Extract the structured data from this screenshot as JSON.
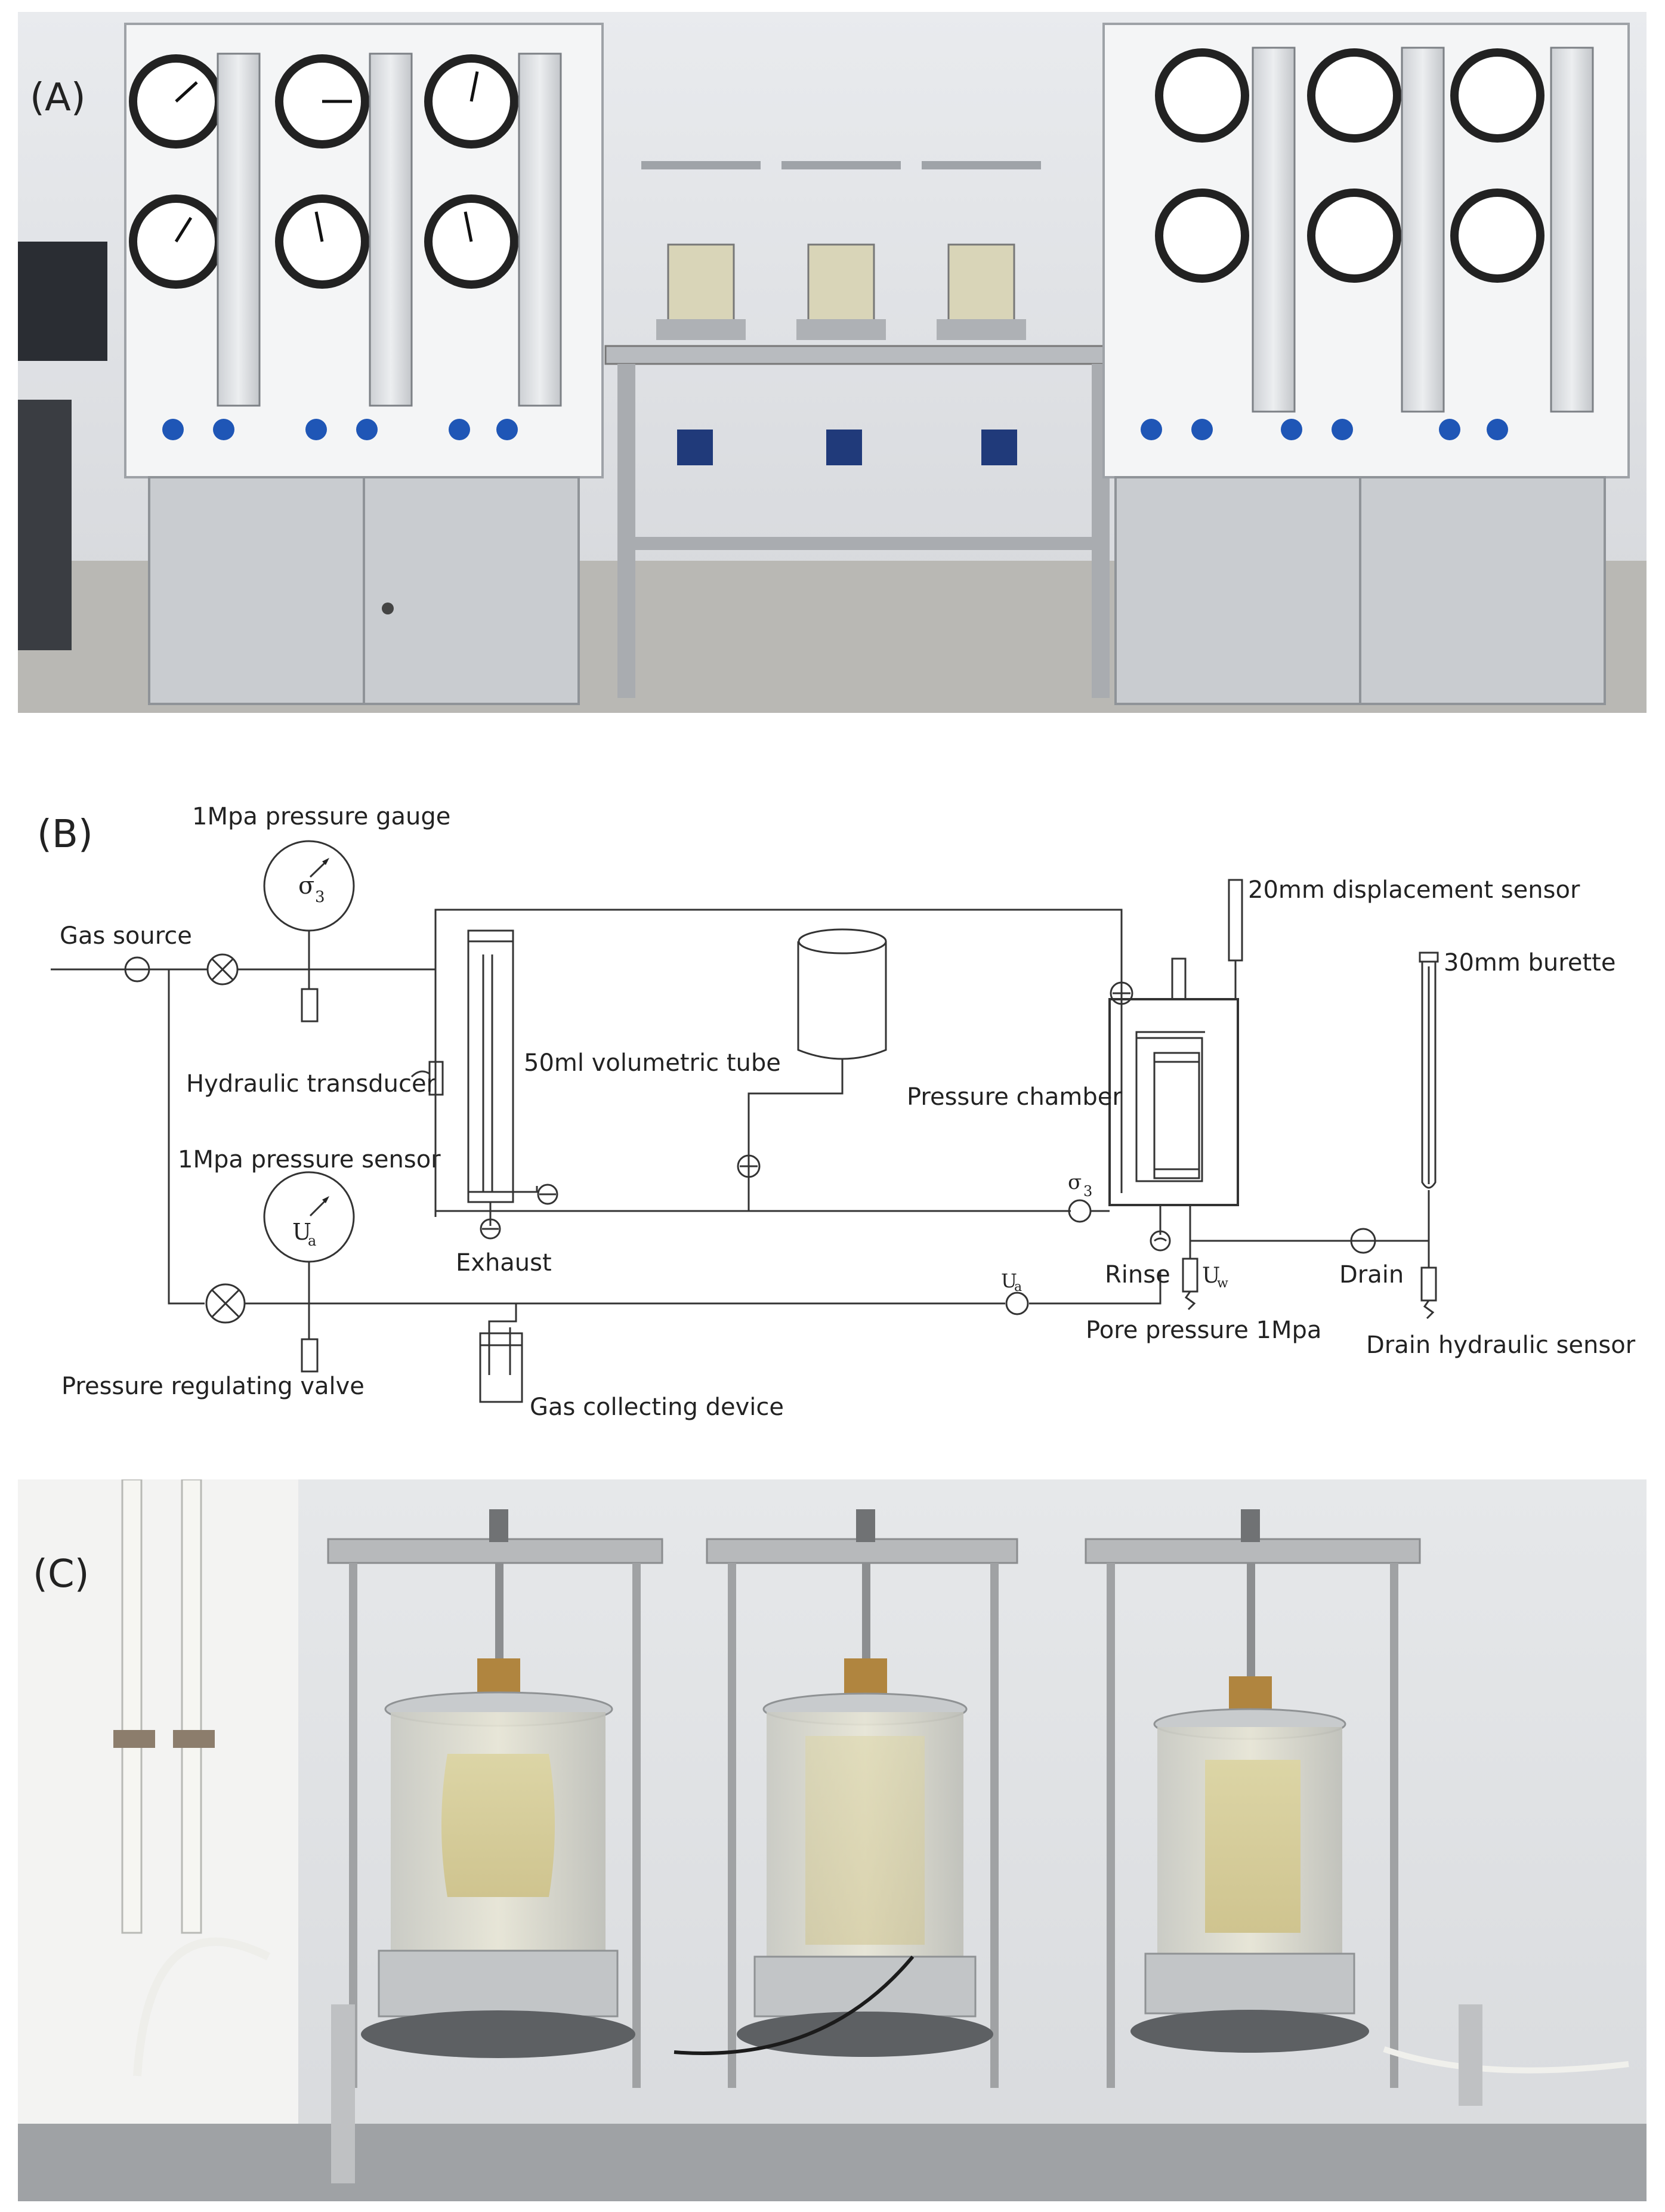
{
  "panels": {
    "a": {
      "label": "(A)"
    },
    "b": {
      "label": "(B)"
    },
    "c": {
      "label": "(C)"
    }
  },
  "diagram": {
    "labels": {
      "gauge": "1Mpa pressure gauge",
      "gas_source": "Gas source",
      "hydraulic_transducer": "Hydraulic transducer",
      "volumetric_tube": "50ml volumetric tube",
      "pressure_sensor": "1Mpa pressure sensor",
      "exhaust": "Exhaust",
      "regulating_valve": "Pressure regulating valve",
      "gas_collecting": "Gas collecting device",
      "displacement_sensor": "20mm displacement sensor",
      "burette": "30mm burette",
      "pressure_chamber": "Pressure chamber",
      "rinse": "Rinse",
      "drain": "Drain",
      "pore_pressure": "Pore pressure 1Mpa",
      "drain_sensor": "Drain hydraulic sensor"
    },
    "symbols": {
      "sigma3": "σ",
      "sigma3_sub": "3",
      "ua": "U",
      "ua_sub": "a",
      "uw": "U",
      "uw_sub": "w"
    }
  }
}
